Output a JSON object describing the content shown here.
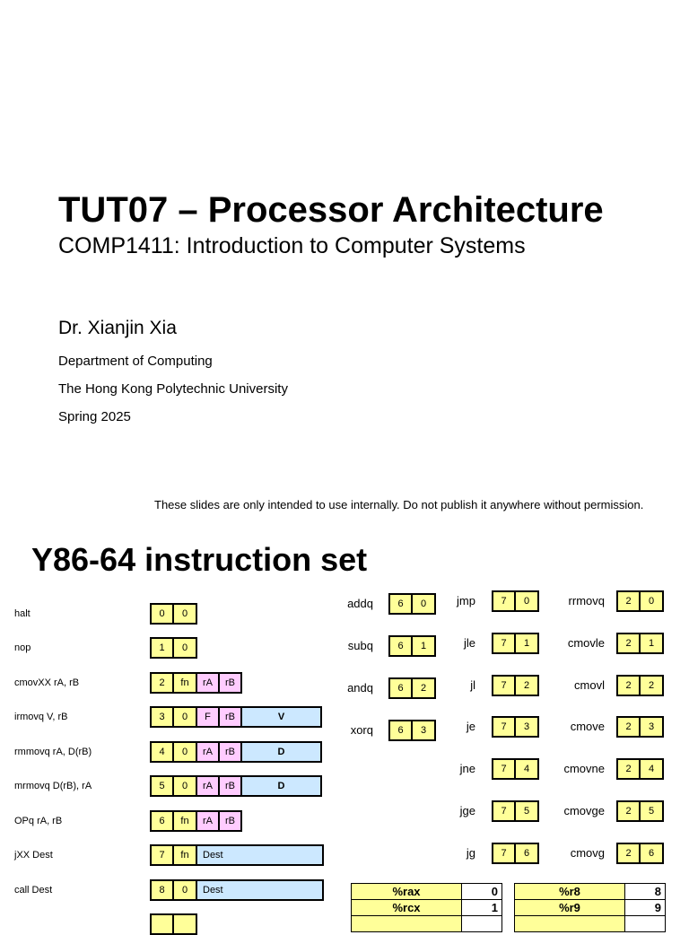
{
  "slide1": {
    "title": "TUT07 – Processor Architecture",
    "subtitle": "COMP1411: Introduction to Computer Systems",
    "author": "Dr. Xianjin Xia",
    "department": "Department of Computing",
    "university": "The Hong Kong Polytechnic University",
    "term": "Spring 2025",
    "notice": "These slides are only intended to use internally. Do not publish it anywhere without permission."
  },
  "slide2": {
    "title": "Y86-64 instruction set",
    "instructions": [
      {
        "label": "halt",
        "fields": [
          {
            "t": "0",
            "k": "y"
          },
          {
            "t": "0",
            "k": "y"
          }
        ]
      },
      {
        "label": "nop",
        "fields": [
          {
            "t": "1",
            "k": "y"
          },
          {
            "t": "0",
            "k": "y"
          }
        ]
      },
      {
        "label": "cmovXX  rA, rB",
        "fields": [
          {
            "t": "2",
            "k": "y"
          },
          {
            "t": "fn",
            "k": "y"
          },
          {
            "t": "rA",
            "k": "p"
          },
          {
            "t": "rB",
            "k": "p"
          }
        ]
      },
      {
        "label": "irmovq  V, rB",
        "fields": [
          {
            "t": "3",
            "k": "y"
          },
          {
            "t": "0",
            "k": "y"
          },
          {
            "t": "F",
            "k": "p"
          },
          {
            "t": "rB",
            "k": "p"
          },
          {
            "t": "V",
            "k": "w"
          }
        ]
      },
      {
        "label": "rmmovq  rA, D(rB)",
        "fields": [
          {
            "t": "4",
            "k": "y"
          },
          {
            "t": "0",
            "k": "y"
          },
          {
            "t": "rA",
            "k": "p"
          },
          {
            "t": "rB",
            "k": "p"
          },
          {
            "t": "D",
            "k": "w"
          }
        ]
      },
      {
        "label": "mrmovq  D(rB), rA",
        "fields": [
          {
            "t": "5",
            "k": "y"
          },
          {
            "t": "0",
            "k": "y"
          },
          {
            "t": "rA",
            "k": "p"
          },
          {
            "t": "rB",
            "k": "p"
          },
          {
            "t": "D",
            "k": "w"
          }
        ]
      },
      {
        "label": "OPq  rA, rB",
        "fields": [
          {
            "t": "6",
            "k": "y"
          },
          {
            "t": "fn",
            "k": "y"
          },
          {
            "t": "rA",
            "k": "p"
          },
          {
            "t": "rB",
            "k": "p"
          }
        ]
      },
      {
        "label": "jXX  Dest",
        "fields": [
          {
            "t": "7",
            "k": "y"
          },
          {
            "t": "fn",
            "k": "y"
          },
          {
            "t": "Dest",
            "k": "wl"
          }
        ]
      },
      {
        "label": "call  Dest",
        "fields": [
          {
            "t": "8",
            "k": "y"
          },
          {
            "t": "0",
            "k": "y"
          },
          {
            "t": "Dest",
            "k": "wl"
          }
        ]
      }
    ],
    "op_group": [
      {
        "name": "addq",
        "code": [
          "6",
          "0"
        ]
      },
      {
        "name": "subq",
        "code": [
          "6",
          "1"
        ]
      },
      {
        "name": "andq",
        "code": [
          "6",
          "2"
        ]
      },
      {
        "name": "xorq",
        "code": [
          "6",
          "3"
        ]
      }
    ],
    "jump_group": [
      {
        "name": "jmp",
        "code": [
          "7",
          "0"
        ]
      },
      {
        "name": "jle",
        "code": [
          "7",
          "1"
        ]
      },
      {
        "name": "jl",
        "code": [
          "7",
          "2"
        ]
      },
      {
        "name": "je",
        "code": [
          "7",
          "3"
        ]
      },
      {
        "name": "jne",
        "code": [
          "7",
          "4"
        ]
      },
      {
        "name": "jge",
        "code": [
          "7",
          "5"
        ]
      },
      {
        "name": "jg",
        "code": [
          "7",
          "6"
        ]
      }
    ],
    "move_group": [
      {
        "name": "rrmovq",
        "code": [
          "2",
          "0"
        ]
      },
      {
        "name": "cmovle",
        "code": [
          "2",
          "1"
        ]
      },
      {
        "name": "cmovl",
        "code": [
          "2",
          "2"
        ]
      },
      {
        "name": "cmove",
        "code": [
          "2",
          "3"
        ]
      },
      {
        "name": "cmovne",
        "code": [
          "2",
          "4"
        ]
      },
      {
        "name": "cmovge",
        "code": [
          "2",
          "5"
        ]
      },
      {
        "name": "cmovg",
        "code": [
          "2",
          "6"
        ]
      }
    ],
    "registers_left": [
      {
        "name": "%rax",
        "id": "0"
      },
      {
        "name": "%rcx",
        "id": "1"
      }
    ],
    "registers_right": [
      {
        "name": "%r8",
        "id": "8"
      },
      {
        "name": "%r9",
        "id": "9"
      }
    ]
  }
}
